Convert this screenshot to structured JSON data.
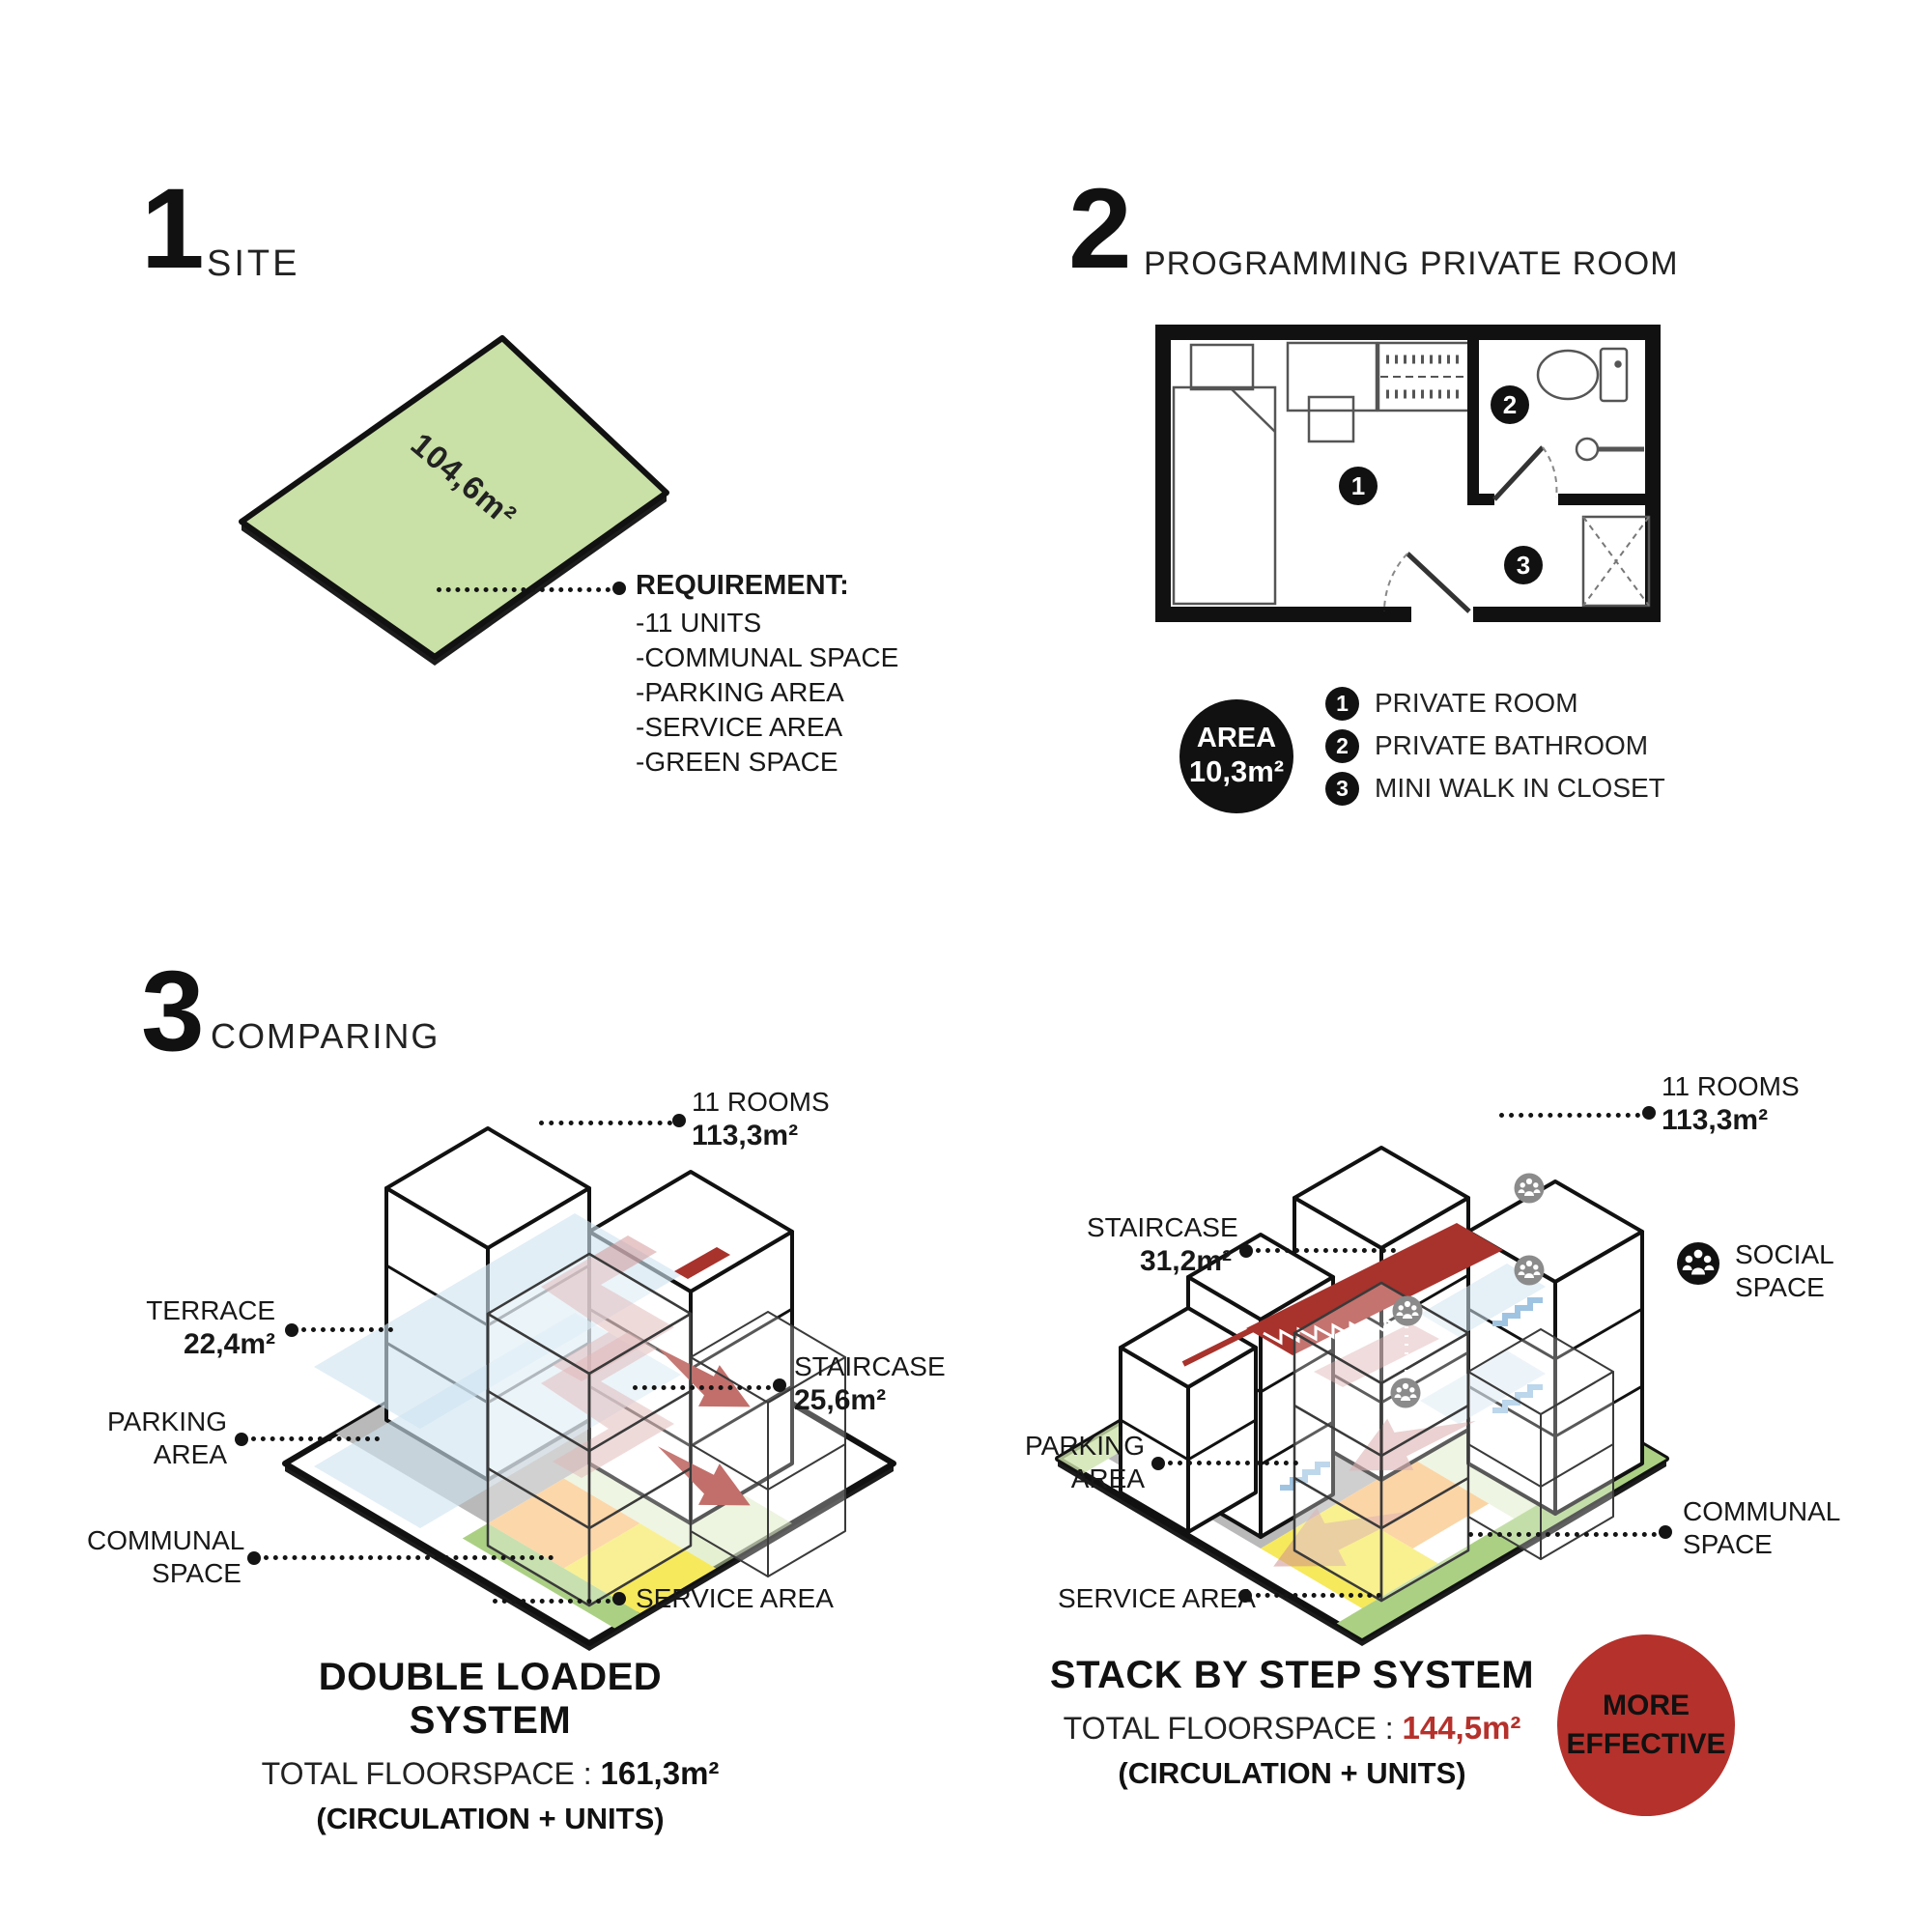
{
  "section1": {
    "number": "1",
    "title": "SITE",
    "area_label": "104,6m²",
    "requirement_title": "REQUIREMENT:",
    "requirements": [
      "-11 UNITS",
      "-COMMUNAL SPACE",
      "-PARKING AREA",
      "-SERVICE AREA",
      "-GREEN SPACE"
    ]
  },
  "section2": {
    "number": "2",
    "title": "PROGRAMMING PRIVATE ROOM",
    "area_badge_label": "AREA",
    "area_badge_value": "10,3m²",
    "plan_numbers": [
      "1",
      "2",
      "3"
    ],
    "legend": [
      {
        "num": "1",
        "label": "PRIVATE ROOM"
      },
      {
        "num": "2",
        "label": "PRIVATE BATHROOM"
      },
      {
        "num": "3",
        "label": "MINI WALK IN CLOSET"
      }
    ]
  },
  "section3": {
    "number": "3",
    "title": "COMPARING",
    "left": {
      "rooms_label": "11 ROOMS",
      "rooms_value": "113,3m²",
      "terrace_label": "TERRACE",
      "terrace_value": "22,4m²",
      "staircase_label": "STAIRCASE",
      "staircase_value": "25,6m²",
      "parking_l1": "PARKING",
      "parking_l2": "AREA",
      "communal_l1": "COMMUNAL",
      "communal_l2": "SPACE",
      "service_label": "SERVICE AREA",
      "title": "DOUBLE LOADED SYSTEM",
      "total_prefix": "TOTAL FLOORSPACE : ",
      "total_value": "161,3m²",
      "note": "(CIRCULATION + UNITS)"
    },
    "right": {
      "rooms_label": "11 ROOMS",
      "rooms_value": "113,3m²",
      "staircase_label": "STAIRCASE",
      "staircase_value": "31,2m²",
      "social_l1": "SOCIAL",
      "social_l2": "SPACE",
      "parking_l1": "PARKING",
      "parking_l2": "AREA",
      "communal_l1": "COMMUNAL",
      "communal_l2": "SPACE",
      "service_label": "SERVICE AREA",
      "title": "STACK BY STEP SYSTEM",
      "total_prefix": "TOTAL FLOORSPACE : ",
      "total_value": "144,5m²",
      "note": "(CIRCULATION + UNITS)",
      "badge_l1": "MORE",
      "badge_l2": "EFFECTIVE"
    },
    "colors": {
      "accent_red": "#b5312c",
      "stair_red": "#a8322c",
      "pink": "#cf8f8f",
      "site_green": "#c9e0a6",
      "pale_green": "#cfe3ae",
      "parking_gray": "#b9b9b9",
      "communal_orange": "#fac27d",
      "service_yellow": "#f6e95c",
      "terrace_blue": "#cfe3f0",
      "social_gray": "#8b8b8b"
    }
  }
}
